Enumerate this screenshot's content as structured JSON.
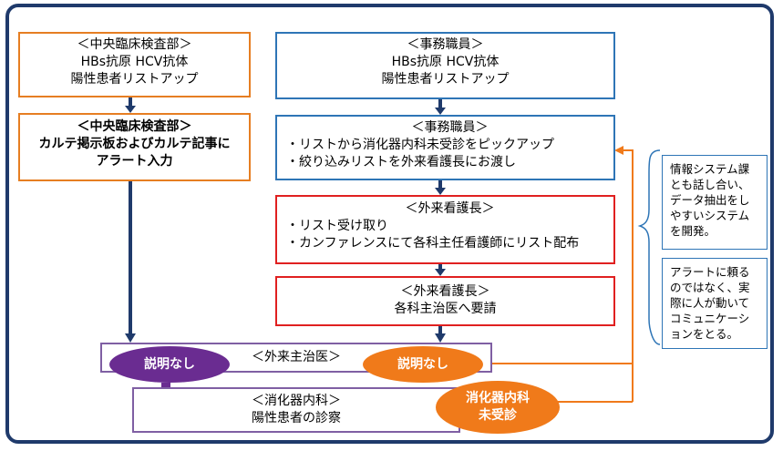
{
  "box_lab1": {
    "lines": [
      "＜中央臨床検査部＞",
      "HBs抗原 HCV抗体",
      "陽性患者リストアップ"
    ]
  },
  "box_lab2": {
    "lines": [
      "＜中央臨床検査部＞",
      "カルテ掲示板およびカルテ記事に",
      "アラート入力"
    ]
  },
  "box_clerk1": {
    "lines": [
      "＜事務職員＞",
      "HBs抗原 HCV抗体",
      "陽性患者リストアップ"
    ]
  },
  "box_clerk2": {
    "header": "＜事務職員＞",
    "items": [
      "・リストから消化器内科未受診をピックアップ",
      "・絞り込みリストを外来看護長にお渡し"
    ]
  },
  "box_nurse1": {
    "header": "＜外来看護長＞",
    "items": [
      "・リスト受け取り",
      "・カンファレンスにて各科主任看護師にリスト配布"
    ]
  },
  "box_nurse2": {
    "lines": [
      "＜外来看護長＞",
      "各科主治医へ要請"
    ]
  },
  "box_doctor": {
    "label": "＜外来主治医＞"
  },
  "box_gi": {
    "lines": [
      "＜消化器内科＞",
      "陽性患者の診察"
    ]
  },
  "ellipse_left": {
    "label": "説明なし"
  },
  "ellipse_right": {
    "label": "説明なし"
  },
  "ellipse_bottom": {
    "lines": [
      "消化器内科",
      "未受診"
    ]
  },
  "note_top": {
    "text": "情報システム課とも話し合い、データ抽出をしやすいシステムを開発。"
  },
  "note_bottom": {
    "text": "アラートに頼るのではなく、実際に人が動いてコミュニケーションをとる。"
  },
  "colors": {
    "frame": "#1f3a6b",
    "orange": "#e67e22",
    "blue": "#2e75b6",
    "red": "#e02020",
    "purple": "#7f5fa3",
    "arrow": "#1f3a6b"
  }
}
